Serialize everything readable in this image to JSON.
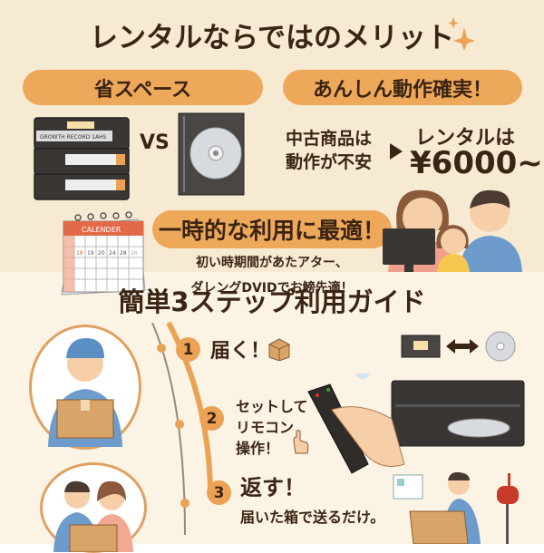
{
  "merits": {
    "title": "レンタルならではのメリット",
    "space_saving": {
      "label": "省スペース",
      "vs": "VS",
      "tape_label": "GROWTH RECORD 1AHS"
    },
    "reliability": {
      "label": "あんしん動作確実！",
      "used_line1": "中古商品は",
      "used_line2": "動作が不安",
      "rental_line1": "レンタルは",
      "price": "¥6000~"
    },
    "temporary": {
      "label": "一時的な利用に最適！",
      "line1": "初い時期間があたアター、",
      "line2": "ダレングDVIDでお鰟先適！",
      "calendar_header": "CALENDER",
      "calendar_days": [
        "18",
        "19",
        "20",
        "24",
        "28",
        "26"
      ]
    }
  },
  "guide": {
    "title": "簡単3ステップ利用ガイド",
    "steps": [
      {
        "number": "1",
        "label": "届く！"
      },
      {
        "number": "2",
        "line1": "セットして",
        "line2": "リモコン",
        "line3": "操作！"
      },
      {
        "number": "3",
        "label": "返す！",
        "sub": "届いた箱で送るだけ。"
      }
    ]
  },
  "colors": {
    "accent": "#eea85a",
    "text": "#3a2414",
    "background": "#f7ead3"
  }
}
